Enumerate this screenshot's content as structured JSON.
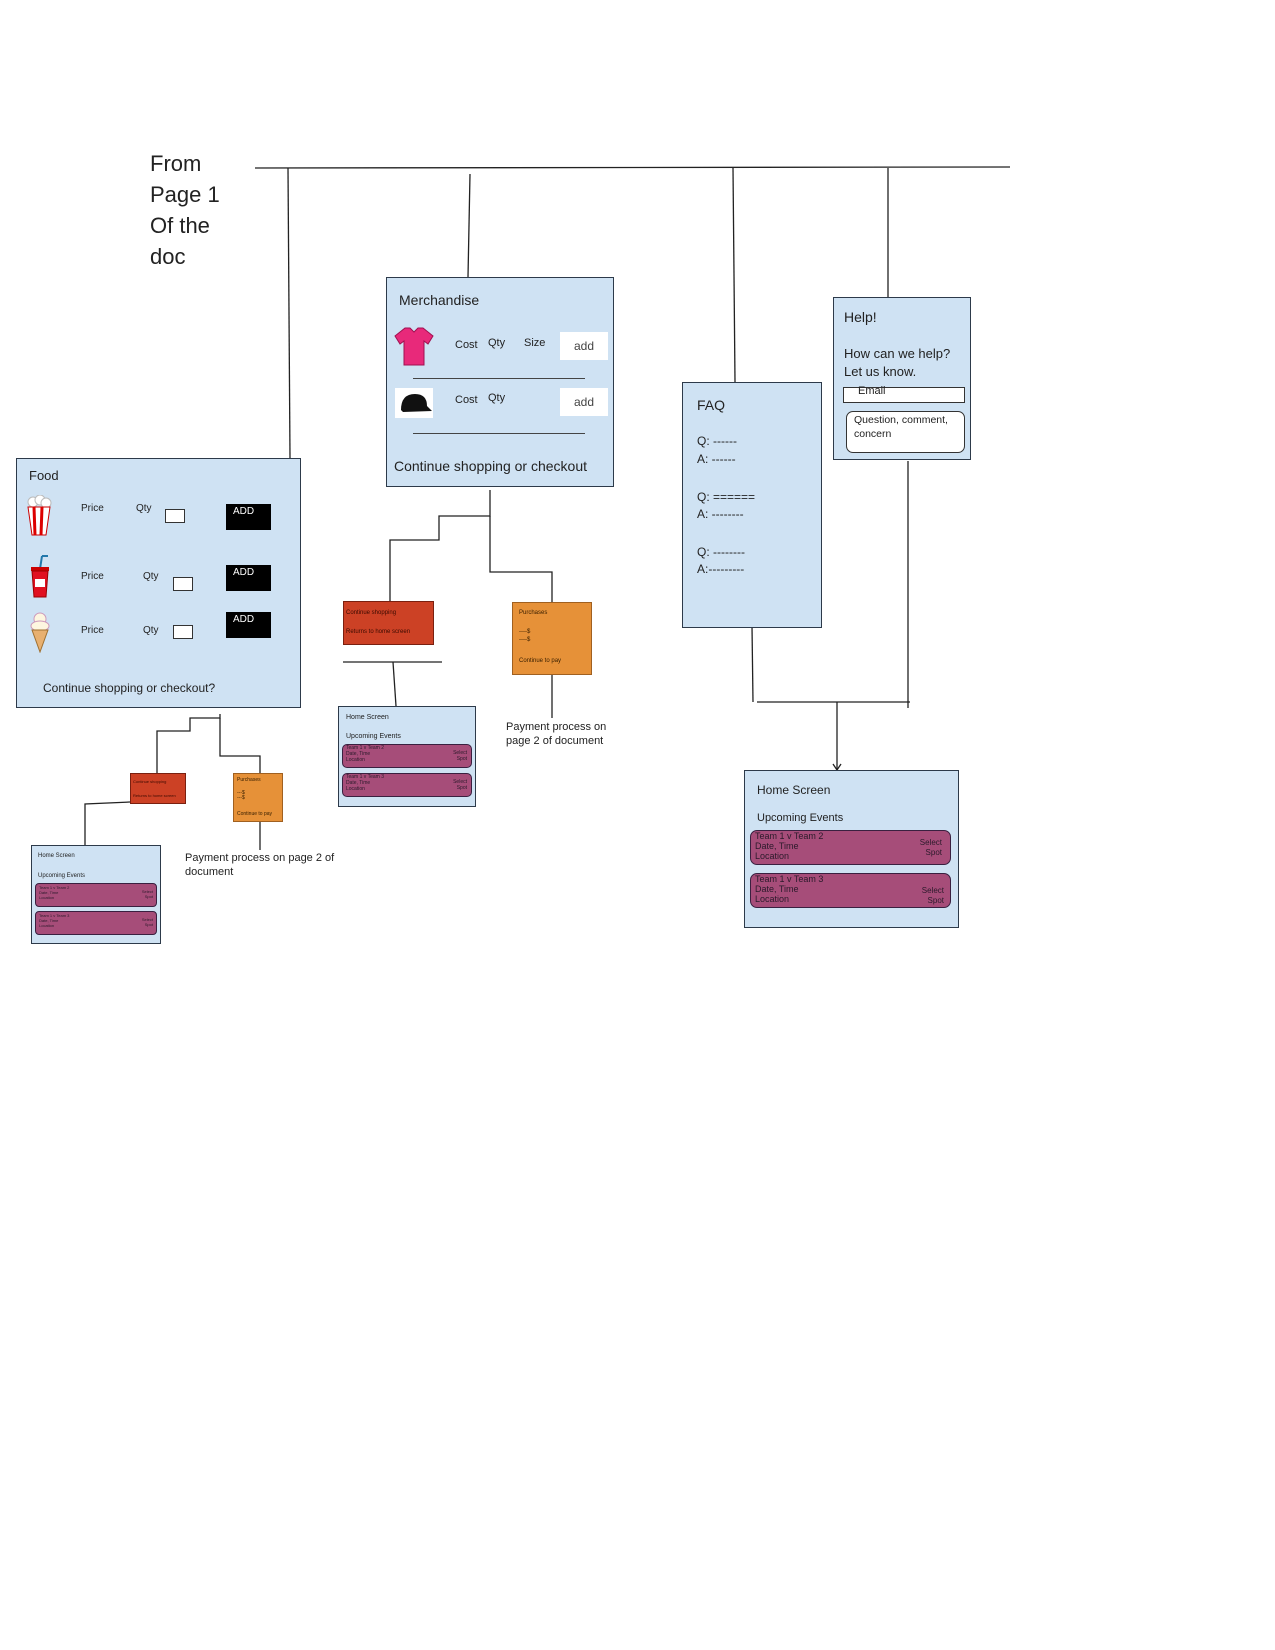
{
  "header_note": {
    "lines": [
      "From",
      "Page 1",
      "Of the",
      "doc"
    ]
  },
  "food": {
    "title": "Food",
    "items": [
      {
        "icon": "popcorn-icon",
        "price_label": "Price",
        "qty_label": "Qty",
        "add_label": "ADD"
      },
      {
        "icon": "soda-cup-icon",
        "price_label": "Price",
        "qty_label": "Qty",
        "add_label": "ADD"
      },
      {
        "icon": "ice-cream-icon",
        "price_label": "Price",
        "qty_label": "Qty",
        "add_label": "ADD"
      }
    ],
    "footer": "Continue shopping or checkout?"
  },
  "merch": {
    "title": "Merchandise",
    "items": [
      {
        "icon": "tshirt-icon",
        "cost_label": "Cost",
        "qty_label": "Qty",
        "size_label": "Size",
        "add_label": "add"
      },
      {
        "icon": "cap-icon",
        "cost_label": "Cost",
        "qty_label": "Qty",
        "add_label": "add"
      }
    ],
    "footer": "Continue shopping or checkout"
  },
  "faq": {
    "title": "FAQ",
    "lines": [
      "Q: ------",
      "A: ------",
      "Q: ======",
      "A: --------",
      "Q: --------",
      "A:---------"
    ]
  },
  "help": {
    "title": "Help!",
    "line1": "How can we help?",
    "line2": "Let us know.",
    "email_placeholder": "Email",
    "question_placeholder": "Question, comment, concern"
  },
  "merch_branch": {
    "continue_box": {
      "line1": "Continue shopping",
      "line2": "Returns to home screen"
    },
    "purchases_box": {
      "title": "Purchases",
      "line1": "----$",
      "line2": "----$",
      "footer": "Continue to pay"
    },
    "payment_note": {
      "line1": "Payment process on",
      "line2": "page 2 of document"
    }
  },
  "food_branch": {
    "continue_box": {
      "line1": "Continue shopping",
      "line2": "Returns to home screen"
    },
    "purchases_box": {
      "title": "Purchases",
      "line1": "---$",
      "line2": "---$",
      "footer": "Continue to pay"
    },
    "payment_note": {
      "line1": "Payment process on page 2 of",
      "line2": "document"
    }
  },
  "home_screens": {
    "title": "Home Screen",
    "subtitle": "Upcoming Events",
    "events": [
      {
        "teams": "Team 1 v Team 2",
        "datetime": "Date, Time",
        "location": "Location",
        "action1": "Select",
        "action2": "Spot"
      },
      {
        "teams": "Team 1 v Team 3",
        "datetime": "Date, Time",
        "location": "Location",
        "action1": "Select",
        "action2": "Spot"
      }
    ]
  },
  "colors": {
    "panel_fill": "#cfe2f3",
    "event_card": "#a64d79",
    "continue_red": "#cc4125",
    "purchases_orange": "#e69138",
    "add_button_black": "#000000"
  }
}
